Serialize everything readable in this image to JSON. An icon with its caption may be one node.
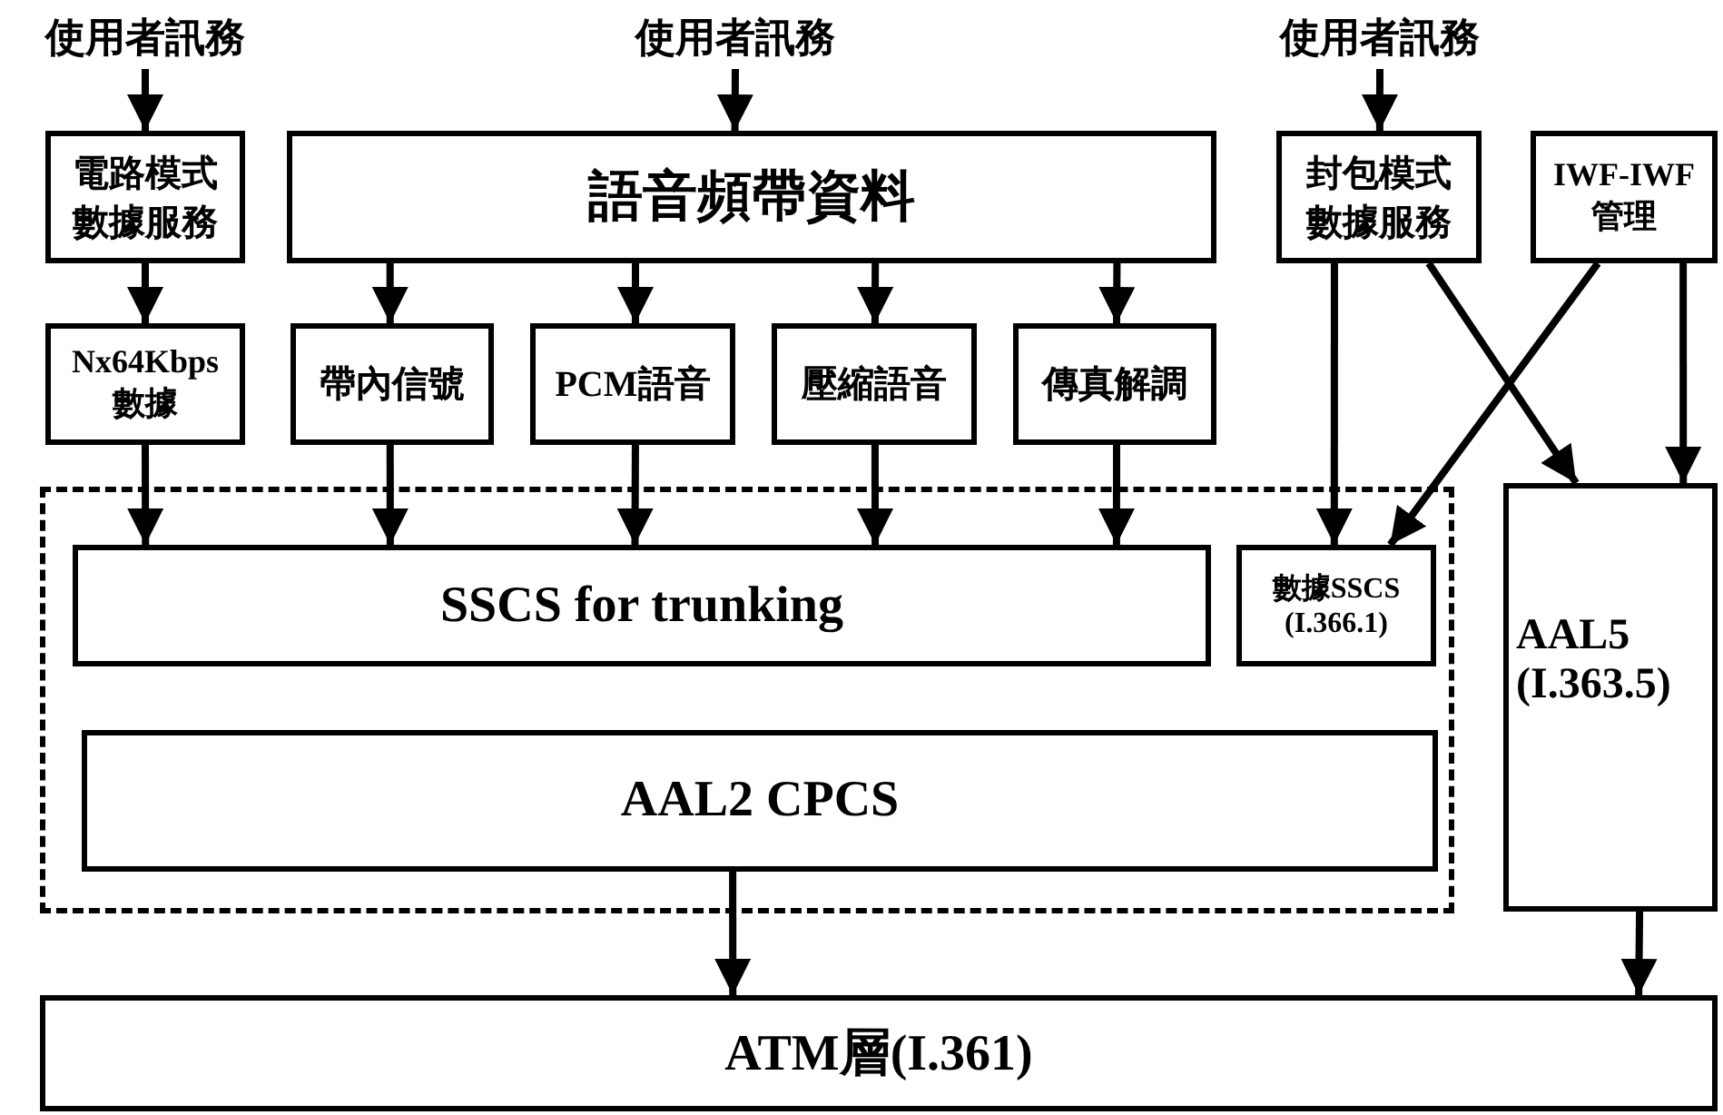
{
  "diagram": {
    "nodes": [
      {
        "text": [
          "使用者訊務"
        ]
      },
      {
        "text": [
          "使用者訊務"
        ]
      },
      {
        "text": [
          "使用者訊務"
        ]
      },
      {
        "text": [
          "電路模式數據服務"
        ]
      },
      {
        "text": [
          "語音頻帶資料"
        ]
      },
      {
        "text": [
          "封包模式數據服務"
        ]
      },
      {
        "text": [
          "IWF-IWF 管理"
        ]
      },
      {
        "text": [
          "Nx64Kbps 數據"
        ]
      },
      {
        "text": [
          "帶內信號"
        ]
      },
      {
        "text": [
          "PCM語音"
        ]
      },
      {
        "text": [
          "壓縮語音"
        ]
      },
      {
        "text": [
          "傳真解調"
        ]
      },
      {
        "text": [],
        "shape": "box"
      },
      {
        "text": [
          "SSCS for trunking"
        ],
        "in": 12
      },
      {
        "text": [
          "數據SSCS (I.366.1)"
        ],
        "in": 12
      },
      {
        "text": [
          "AAL2 CPCS"
        ],
        "in": 12
      },
      {
        "text": [
          "AAL5 (I.363.5)"
        ]
      },
      {
        "text": [
          "ATM層(I.361)"
        ]
      }
    ],
    "edges": [
      {
        "from": 0,
        "to": 3,
        "arrow": "to"
      },
      {
        "from": 1,
        "to": 4,
        "arrow": "to"
      },
      {
        "from": 2,
        "to": 5,
        "arrow": "to"
      },
      {
        "from": 3,
        "to": 7,
        "arrow": "to"
      },
      {
        "from": 4,
        "to": 8,
        "arrow": "to"
      },
      {
        "from": 4,
        "to": 9,
        "arrow": "to"
      },
      {
        "from": 4,
        "to": 10,
        "arrow": "to"
      },
      {
        "from": 4,
        "to": 11,
        "arrow": "to"
      },
      {
        "from": 7,
        "to": 13,
        "arrow": "to"
      },
      {
        "from": 8,
        "to": 13,
        "arrow": "to"
      },
      {
        "from": 9,
        "to": 13,
        "arrow": "to"
      },
      {
        "from": 10,
        "to": 13,
        "arrow": "to"
      },
      {
        "from": 11,
        "to": 13,
        "arrow": "to"
      },
      {
        "from": 5,
        "to": 14,
        "arrow": "to"
      },
      {
        "from": 6,
        "to": 14,
        "arrow": "to"
      },
      {
        "from": 5,
        "to": 16,
        "arrow": "to"
      },
      {
        "from": 6,
        "to": 16,
        "arrow": "to"
      },
      {
        "from": 15,
        "to": 17,
        "arrow": "to"
      },
      {
        "from": 16,
        "to": 17,
        "arrow": "to"
      }
    ]
  }
}
